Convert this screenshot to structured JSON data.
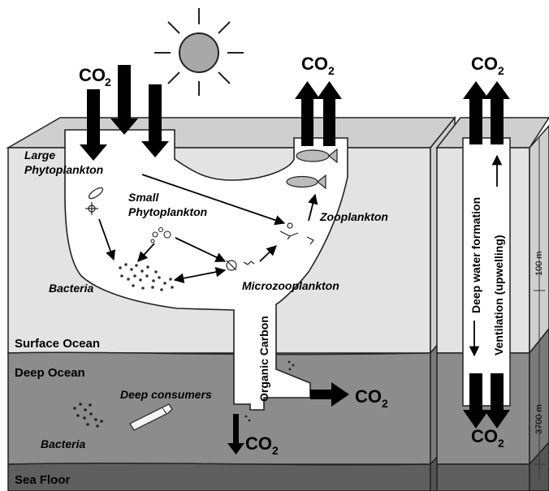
{
  "labels": {
    "co2_main": "CO",
    "co2_sub": "2",
    "large_phyto_1": "Large",
    "large_phyto_2": "Phytoplankton",
    "small_phyto_1": "Small",
    "small_phyto_2": "Phytoplankton",
    "zooplankton": "Zooplankton",
    "microzooplankton": "Microzooplankton",
    "bacteria_surface": "Bacteria",
    "bacteria_deep": "Bacteria",
    "deep_consumers": "Deep consumers",
    "organic_carbon": "Organic Carbon",
    "surface_ocean": "Surface Ocean",
    "deep_ocean": "Deep Ocean",
    "sea_floor": "Sea Floor",
    "deep_water_formation": "Deep water formation",
    "ventilation": "Ventilation (upwelling)",
    "depth_100": "100 m",
    "depth_3700": "3700 m"
  },
  "colors": {
    "surface": "#e3e3e3",
    "surface_top": "#cfcfcf",
    "deep": "#8c8c8c",
    "floor": "#5f5f5f",
    "sun": "#a8a8a8"
  }
}
